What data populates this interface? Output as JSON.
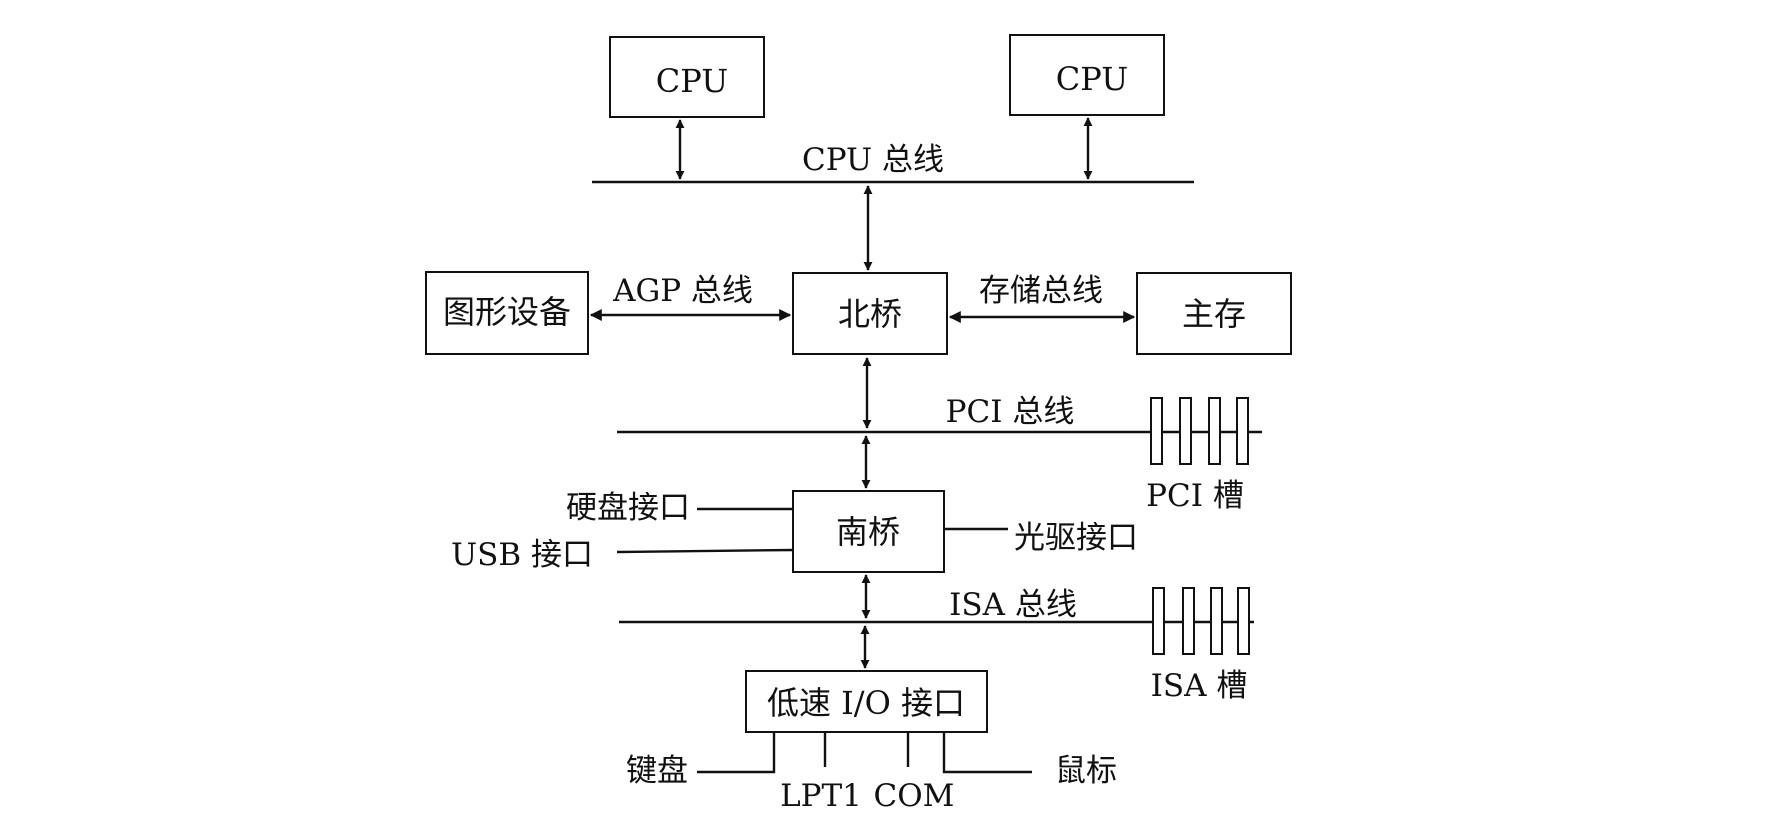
{
  "boxes": {
    "cpu_left": "CPU",
    "cpu_right": "CPU",
    "graphics": "图形设备",
    "northbridge": "北桥",
    "main_memory": "主存",
    "southbridge": "南桥",
    "low_speed_io": "低速 I/O 接口"
  },
  "buses": {
    "cpu_bus": "CPU 总线",
    "agp_bus": "AGP 总线",
    "memory_bus": "存储总线",
    "pci_bus": "PCI 总线",
    "isa_bus": "ISA 总线"
  },
  "slots": {
    "pci_slots": "PCI 槽",
    "isa_slots": "ISA 槽"
  },
  "ports": {
    "hdd": "硬盘接口",
    "usb": "USB 接口",
    "optical": "光驱接口",
    "keyboard": "键盘",
    "lpt1": "LPT1",
    "com": "COM",
    "mouse": "鼠标"
  }
}
